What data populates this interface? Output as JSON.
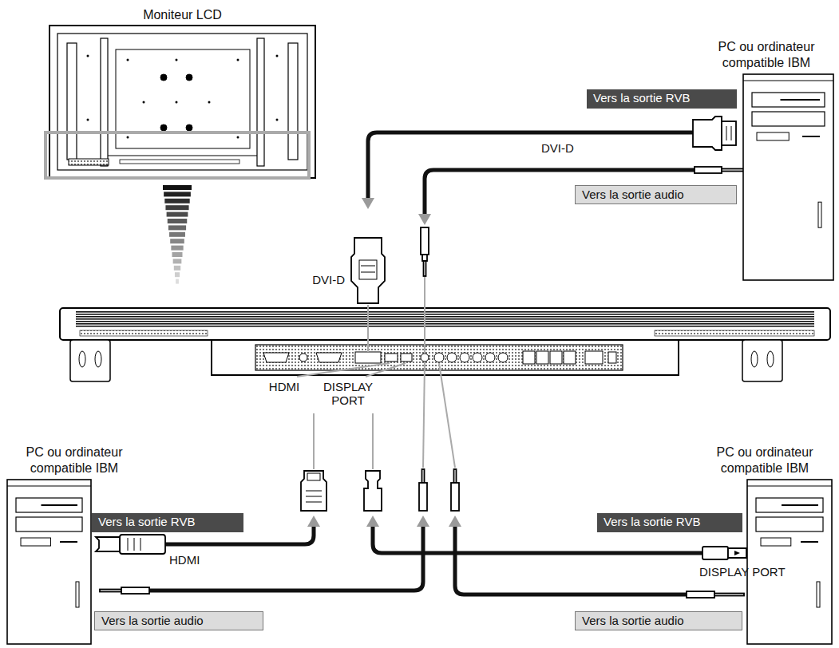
{
  "diagram": {
    "nodes": [
      {
        "text": [
          "Moniteur LCD"
        ]
      },
      {
        "text": [
          "PC ou ordinateur compatible IBM"
        ]
      },
      {
        "text": [
          "Vers la sortie RVB"
        ]
      },
      {
        "text": [
          "Vers la sortie audio"
        ]
      },
      {
        "text": [
          "PC ou ordinateur compatible IBM"
        ]
      },
      {
        "text": [
          "PC ou ordinateur compatible IBM"
        ]
      },
      {
        "text": [
          "Vers la sortie RVB"
        ]
      },
      {
        "text": [
          "Vers la sortie RVB"
        ]
      },
      {
        "text": [
          "Vers la sortie audio"
        ]
      },
      {
        "text": [
          "Vers la sortie audio"
        ]
      }
    ],
    "labels": [
      "DVI-D",
      "DVI-D",
      "HDMI",
      "DISPLAY PORT",
      "HDMI",
      "DISPLAY PORT"
    ]
  }
}
